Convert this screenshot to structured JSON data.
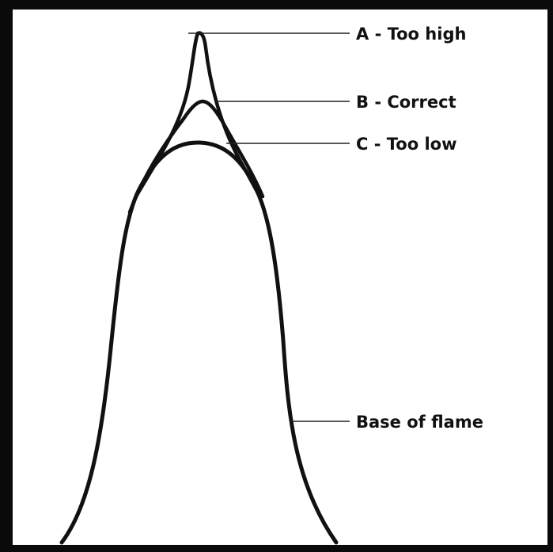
{
  "labels": {
    "too_high": "A - Too high",
    "correct": "B - Correct",
    "too_low": "C - Too low",
    "base": "Base of flame"
  },
  "colors": {
    "stroke": "#111111",
    "frame": "#0a0a0a",
    "background": "#ffffff"
  }
}
